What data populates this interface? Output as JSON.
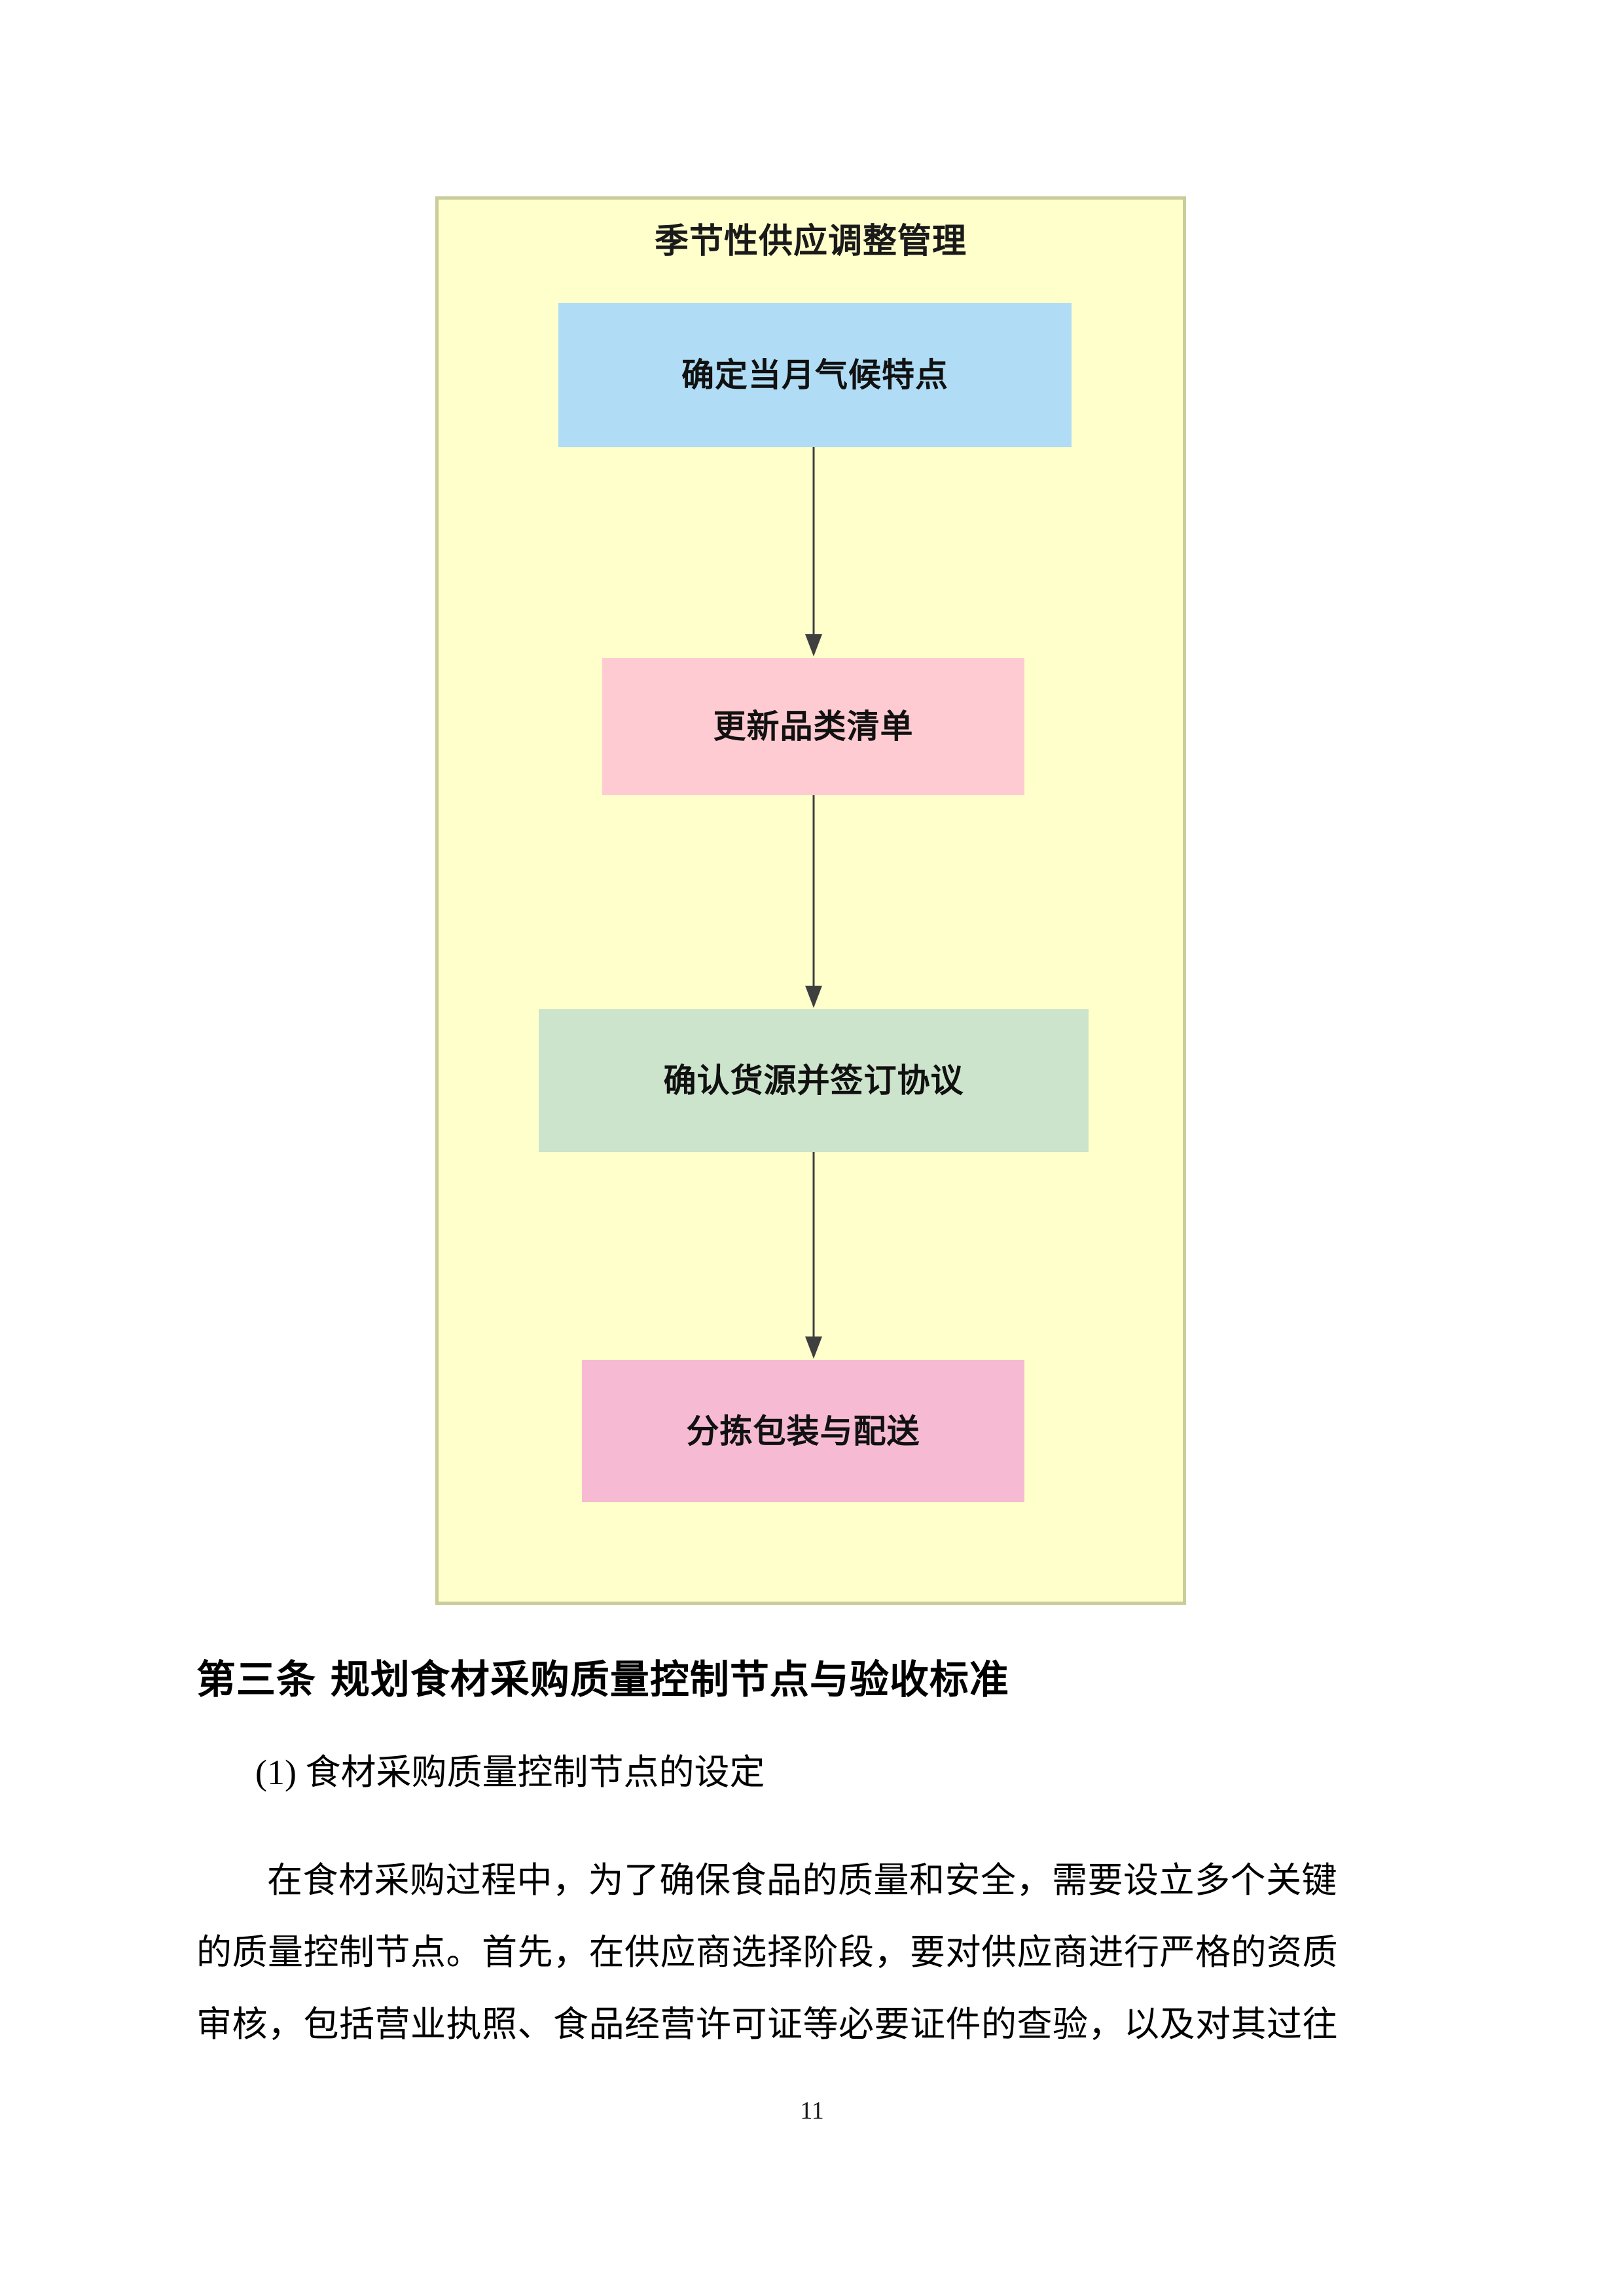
{
  "figure": {
    "title": "季节性供应调整管理",
    "container_fill": "#FFFFCC",
    "container_border": "#C9CD9C",
    "nodes": [
      {
        "id": "climate",
        "label": "确定当月气候特点",
        "fill": "#B0DDF5"
      },
      {
        "id": "catalog",
        "label": "更新品类清单",
        "fill": "#FFCBD2"
      },
      {
        "id": "supply",
        "label": "确认货源并签订协议",
        "fill": "#CCE3CC"
      },
      {
        "id": "delivery",
        "label": "分拣包装与配送",
        "fill": "#F6BBD3"
      }
    ],
    "connectors": [
      {
        "from": "climate",
        "to": "catalog",
        "style": "arrow-down",
        "color": "#3F3F3F"
      },
      {
        "from": "catalog",
        "to": "supply",
        "style": "arrow-down",
        "color": "#3F3F3F"
      },
      {
        "from": "supply",
        "to": "delivery",
        "style": "arrow-down",
        "color": "#3F3F3F"
      }
    ]
  },
  "document": {
    "article_heading": "第三条 规划食材采购质量控制节点与验收标准",
    "subsection_heading": "(1) 食材采购质量控制节点的设定",
    "paragraph_lines": [
      "在食材采购过程中，为了确保食品的质量和安全，需要设立多个关键",
      "的质量控制节点。首先，在供应商选择阶段，要对供应商进行严格的资质",
      "审核，包括营业执照、食品经营许可证等必要证件的查验，以及对其过往"
    ],
    "page_number": "11"
  }
}
